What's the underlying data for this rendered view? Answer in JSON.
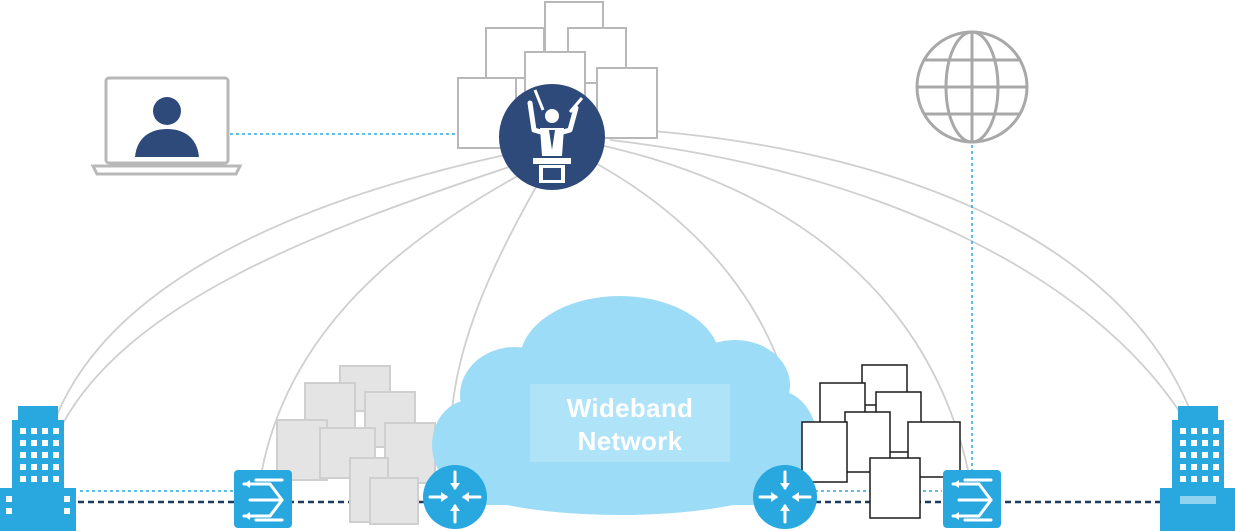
{
  "diagram": {
    "cloud": {
      "line1": "Wideband",
      "line2": "Network"
    },
    "nodes": [
      {
        "name": "orchestrator",
        "icon": "conductor-icon"
      },
      {
        "name": "user-laptop",
        "icon": "laptop-user-icon"
      },
      {
        "name": "internet",
        "icon": "globe-icon"
      },
      {
        "name": "building-left",
        "icon": "office-building-icon"
      },
      {
        "name": "building-right",
        "icon": "office-building-icon"
      },
      {
        "name": "switch-left",
        "icon": "switch-icon"
      },
      {
        "name": "switch-right",
        "icon": "switch-icon"
      },
      {
        "name": "router-left",
        "icon": "router-icon"
      },
      {
        "name": "router-right",
        "icon": "router-icon"
      },
      {
        "name": "vnf-stack-top",
        "icon": "stacked-pages-icon"
      },
      {
        "name": "vnf-stack-left",
        "icon": "stacked-pages-icon"
      },
      {
        "name": "vnf-stack-right",
        "icon": "stacked-pages-icon"
      }
    ],
    "colors": {
      "accent_blue": "#29a8e0",
      "cloud_blue": "#9ddcf6",
      "navy": "#2e4a7a",
      "connector_gray": "#cccccc",
      "dashed_blue": "#29a8e0",
      "dashed_navy": "#1f3a60"
    }
  }
}
